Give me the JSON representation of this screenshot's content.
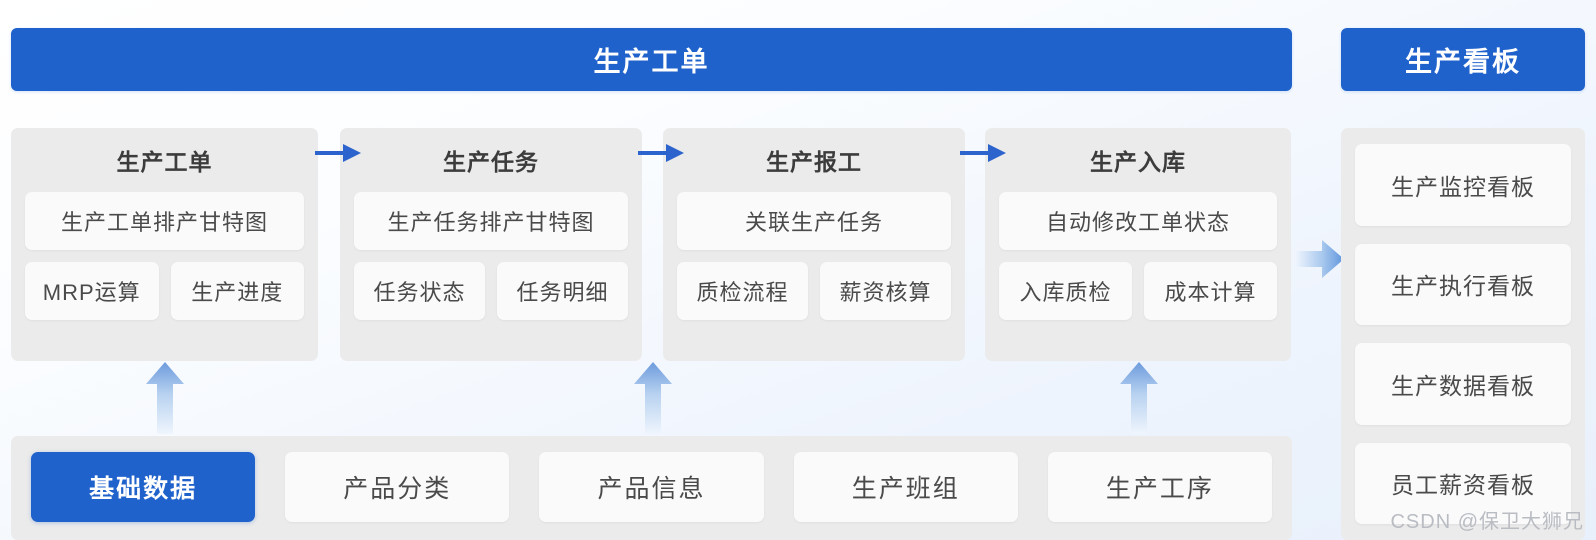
{
  "header": {
    "main_title": "生产工单",
    "board_title": "生产看板"
  },
  "flow": {
    "columns": [
      {
        "title": "生产工单",
        "wide_card": "生产工单排产甘特图",
        "small_cards": [
          "MRP运算",
          "生产进度"
        ]
      },
      {
        "title": "生产任务",
        "wide_card": "生产任务排产甘特图",
        "small_cards": [
          "任务状态",
          "任务明细"
        ]
      },
      {
        "title": "生产报工",
        "wide_card": "关联生产任务",
        "small_cards": [
          "质检流程",
          "薪资核算"
        ]
      },
      {
        "title": "生产入库",
        "wide_card": "自动修改工单状态",
        "small_cards": [
          "入库质检",
          "成本计算"
        ]
      }
    ]
  },
  "base_row": {
    "items": [
      {
        "label": "基础数据",
        "highlighted": true
      },
      {
        "label": "产品分类",
        "highlighted": false
      },
      {
        "label": "产品信息",
        "highlighted": false
      },
      {
        "label": "生产班组",
        "highlighted": false
      },
      {
        "label": "生产工序",
        "highlighted": false
      }
    ]
  },
  "board_panel": {
    "items": [
      "生产监控看板",
      "生产执行看板",
      "生产数据看板",
      "员工薪资看板"
    ]
  },
  "watermark": "CSDN @保卫大狮兄",
  "colors": {
    "primary_blue": "#2062cb",
    "panel_gray": "#ebebeb",
    "card_white": "#fafafa",
    "text_dark": "#4a4a4a",
    "arrow_blue": "#2d63cc",
    "arrow_gradient_light": "#dceaf9",
    "watermark_gray": "#b9bcc2"
  }
}
